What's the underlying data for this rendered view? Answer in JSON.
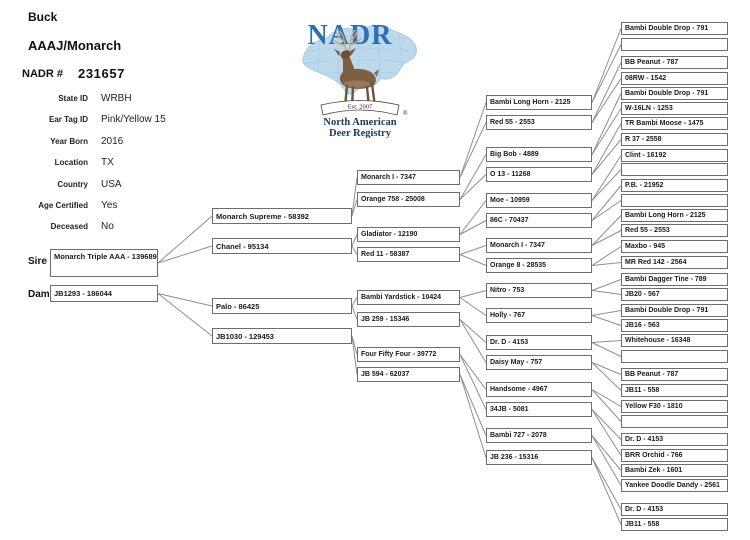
{
  "header": {
    "species": "Buck",
    "animal_name": "AAAJ/Monarch",
    "nadr_label": "NADR #",
    "nadr_number": "231657"
  },
  "info": {
    "fields": [
      {
        "label": "State ID",
        "value": "WRBH"
      },
      {
        "label": "Ear Tag ID",
        "value": "Pink/Yellow 15"
      },
      {
        "label": "Year Born",
        "value": "2016"
      },
      {
        "label": "Location",
        "value": "TX"
      },
      {
        "label": "Country",
        "value": "USA"
      },
      {
        "label": "Age Certified",
        "value": "Yes"
      },
      {
        "label": "Deceased",
        "value": "No"
      }
    ]
  },
  "logo": {
    "acronym": "NADR",
    "established": "Est. 2007",
    "registered_mark": "®",
    "name_line1": "North American",
    "name_line2": "Deer Registry",
    "colors": {
      "acronym_blue": "#2e6fb0",
      "map_blue": "#bcd9ec",
      "deer_brown": "#7d5f41",
      "name_navy": "#1b3a63"
    }
  },
  "pedigree": {
    "sire_label": "Sire",
    "dam_label": "Dam",
    "sire": "Monarch Triple AAA - 139689",
    "dam": "JB1293 - 186044",
    "generations": {
      "gen2": [
        "Monarch Supreme - 58392",
        "Chanel - 95134",
        "Palo - 86425",
        "JB1030 - 129453"
      ],
      "gen3": [
        "Monarch I - 7347",
        "Orange 758 - 25008",
        "Gladiator - 12190",
        "Red 11 - 58387",
        "Bambi Yardstick - 10424",
        "JB 259 - 15346",
        "Four Fifty Four - 39772",
        "JB 594 - 62037"
      ],
      "gen4": [
        "Bambi Long Horn - 2125",
        "Red 55 - 2553",
        "Big Bob - 4889",
        "O 13 - 11268",
        "Moe - 10959",
        "86C - 70437",
        "Monarch I - 7347",
        "Orange 8 - 28535",
        "Nitro - 753",
        "Holly - 767",
        "Dr. D - 4153",
        "Daisy May - 757",
        "Handsome - 4967",
        "34JB - 5081",
        "Bambi 727 - 2078",
        "JB 236 - 15316"
      ],
      "gen5": [
        "Bambi Double Drop - 791",
        "",
        "BB Peanut - 787",
        "08RW - 1542",
        "Bambi Double Drop - 791",
        "W-16LN - 1253",
        "TR Bambi Moose - 1475",
        "R 37 - 2558",
        "Clint - 16192",
        "",
        "P.B. - 21952",
        "",
        "Bambi Long Horn - 2125",
        "Red 55 - 2553",
        "Maxbo - 945",
        "MR Red 142 - 2564",
        "Bambi Dagger Tine - 789",
        "JB20 - 567",
        "Bambi Double Drop - 791",
        "JB16 - 563",
        "Whitehouse - 16348",
        "",
        "BB Peanut - 787",
        "JB11 - 558",
        "Yellow F30 - 1810",
        "",
        "Dr. D - 4153",
        "BRR Orchid - 766",
        "Bambi Zek - 1601",
        "Yankee Doodle Dandy - 2561",
        "Dr. D - 4153",
        "JB11 - 558"
      ]
    }
  }
}
